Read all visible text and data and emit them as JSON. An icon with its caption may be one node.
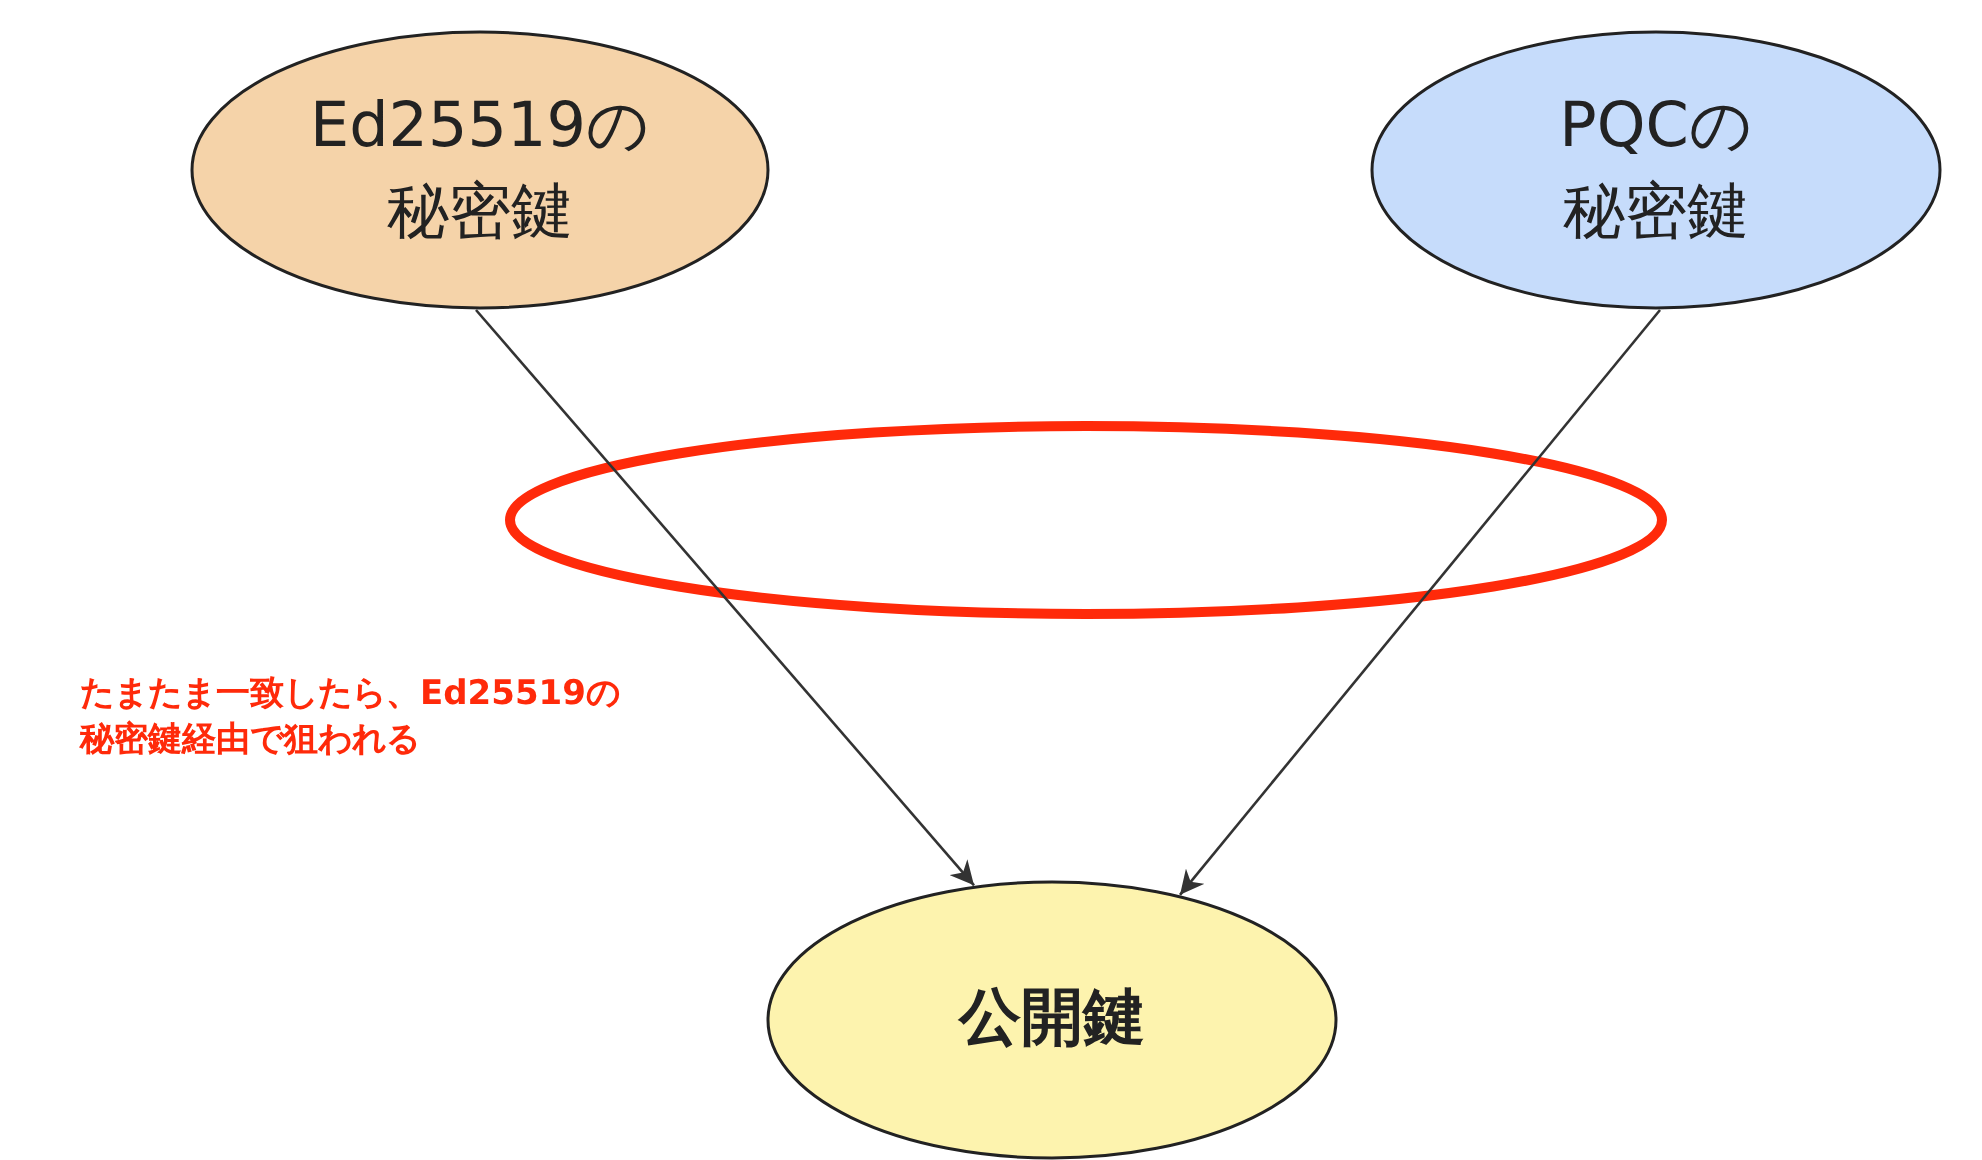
{
  "diagram": {
    "nodes": [
      {
        "text": [
          "Ed25519の秘密鍵"
        ]
      },
      {
        "text": [
          "PQCの秘密鍵"
        ]
      },
      {
        "text": [
          "公開鍵"
        ]
      }
    ],
    "edges": [
      {
        "from": 0,
        "to": 2,
        "arrow": "to"
      },
      {
        "from": 1,
        "to": 2,
        "arrow": "to"
      }
    ],
    "labels": [
      "たまたま一致したら、Ed25519の秘密鍵経由で狙われる"
    ]
  }
}
